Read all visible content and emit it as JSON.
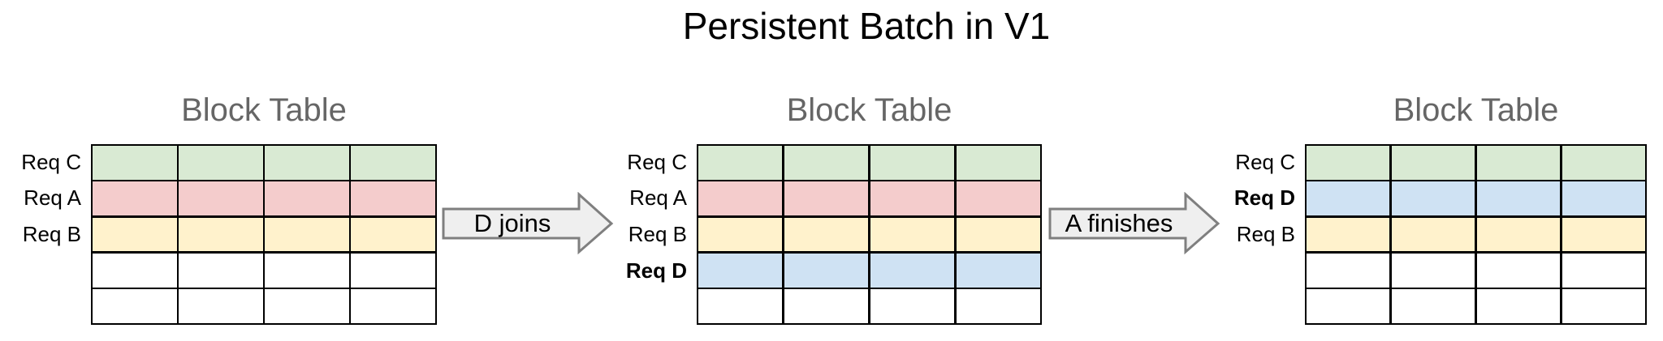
{
  "title": "Persistent Batch in V1",
  "colors": {
    "green": "#d9ead3",
    "pink": "#f4cccc",
    "yellow": "#fff2cc",
    "blue": "#cfe2f3",
    "white": "#ffffff",
    "arrow_fill": "#efefef",
    "arrow_stroke": "#7f7f7f",
    "panel_title_gray": "#666666",
    "grid_border": "#000000"
  },
  "tables": [
    {
      "title": "Block Table",
      "rows": [
        {
          "label": "Req C",
          "color": "green",
          "bold": false
        },
        {
          "label": "Req A",
          "color": "pink",
          "bold": false
        },
        {
          "label": "Req B",
          "color": "yellow",
          "bold": false
        },
        {
          "label": "",
          "color": "white",
          "bold": false
        },
        {
          "label": "",
          "color": "white",
          "bold": false
        }
      ]
    },
    {
      "title": "Block Table",
      "rows": [
        {
          "label": "Req C",
          "color": "green",
          "bold": false
        },
        {
          "label": "Req A",
          "color": "pink",
          "bold": false
        },
        {
          "label": "Req B",
          "color": "yellow",
          "bold": false
        },
        {
          "label": "Req D",
          "color": "blue",
          "bold": true
        },
        {
          "label": "",
          "color": "white",
          "bold": false
        }
      ]
    },
    {
      "title": "Block Table",
      "rows": [
        {
          "label": "Req C",
          "color": "green",
          "bold": false
        },
        {
          "label": "Req D",
          "color": "blue",
          "bold": true
        },
        {
          "label": "Req B",
          "color": "yellow",
          "bold": false
        },
        {
          "label": "",
          "color": "white",
          "bold": false
        },
        {
          "label": "",
          "color": "white",
          "bold": false
        }
      ]
    }
  ],
  "arrows": [
    {
      "label": "D joins"
    },
    {
      "label": "A finishes"
    }
  ],
  "grid": {
    "columns": 4,
    "rows": 5
  }
}
